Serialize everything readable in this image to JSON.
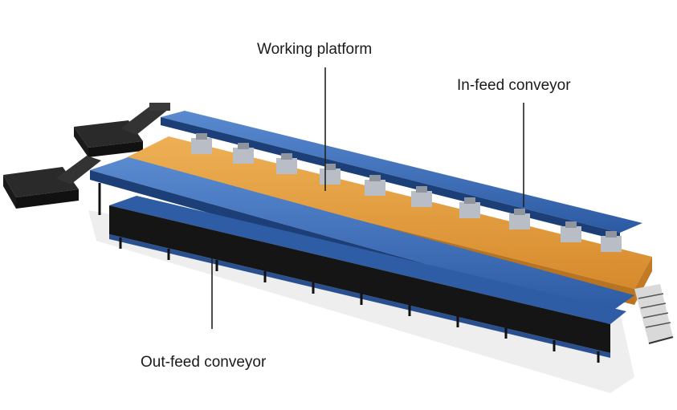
{
  "labels": {
    "working_platform": "Working platform",
    "in_feed_conveyor": "In-feed conveyor",
    "out_feed_conveyor": "Out-feed conveyor"
  },
  "colors": {
    "conveyor_blue": "#2f5fa8",
    "conveyor_blue_light": "#4a7cc7",
    "platform_orange": "#e09a3a",
    "frame_black": "#141414",
    "station_grey": "#b9bec6",
    "leader_line": "#222222"
  },
  "icons": [
    "pick-station-icon",
    "feed-hopper-icon"
  ]
}
